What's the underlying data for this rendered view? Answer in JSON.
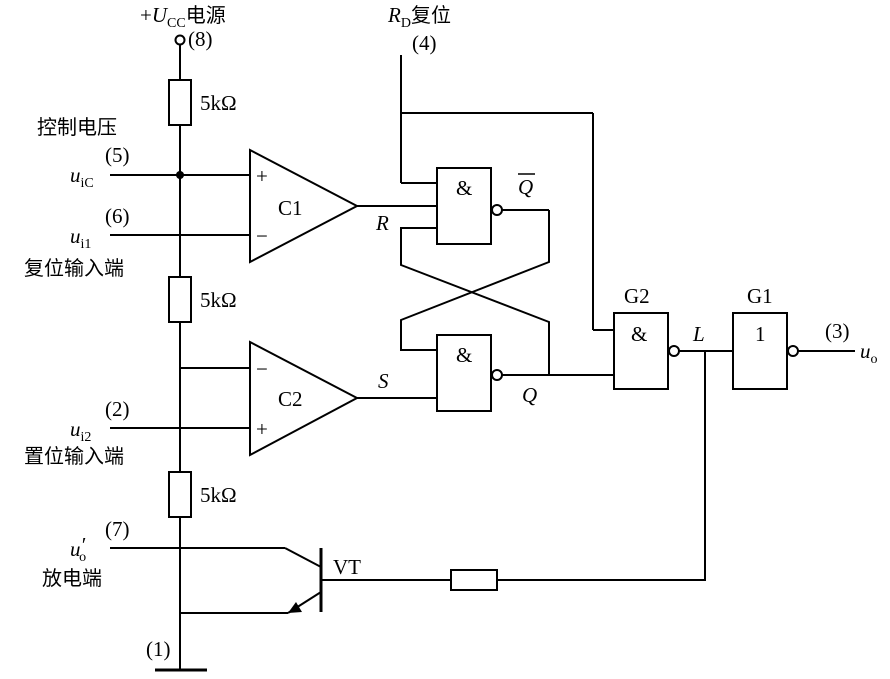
{
  "supply": {
    "symbol": "U",
    "subscript": "CC",
    "prefix": "+",
    "label": "电源",
    "pin": "(8)"
  },
  "reset": {
    "symbol": "R",
    "subscript": "D",
    "label": "复位",
    "pin": "(4)"
  },
  "control": {
    "label": "控制电压",
    "symbol": "u",
    "subscript": "iC",
    "pin": "(5)"
  },
  "input1": {
    "symbol": "u",
    "subscript": "i1",
    "pin": "(6)",
    "label": "复位输入端"
  },
  "input2": {
    "symbol": "u",
    "subscript": "i2",
    "pin": "(2)",
    "label": "置位输入端"
  },
  "discharge": {
    "symbol": "u",
    "subscript": "o",
    "prime": "′",
    "pin": "(7)",
    "label": "放电端"
  },
  "ground": {
    "pin": "(1)"
  },
  "output": {
    "symbol": "u",
    "subscript": "o",
    "pin": "(3)"
  },
  "resistors": {
    "r1": "5kΩ",
    "r2": "5kΩ",
    "r3": "5kΩ"
  },
  "comparators": {
    "c1": {
      "name": "C1",
      "plus": "+",
      "minus": "−"
    },
    "c2": {
      "name": "C2",
      "plus": "+",
      "minus": "−"
    }
  },
  "gates": {
    "nand_top": "&",
    "nand_bottom": "&",
    "g2": {
      "name": "G2",
      "symbol": "&"
    },
    "g1": {
      "name": "G1",
      "symbol": "1"
    }
  },
  "signals": {
    "r": "R",
    "s": "S",
    "q": "Q",
    "qbar": "Q",
    "l": "L"
  },
  "transistor": "VT"
}
